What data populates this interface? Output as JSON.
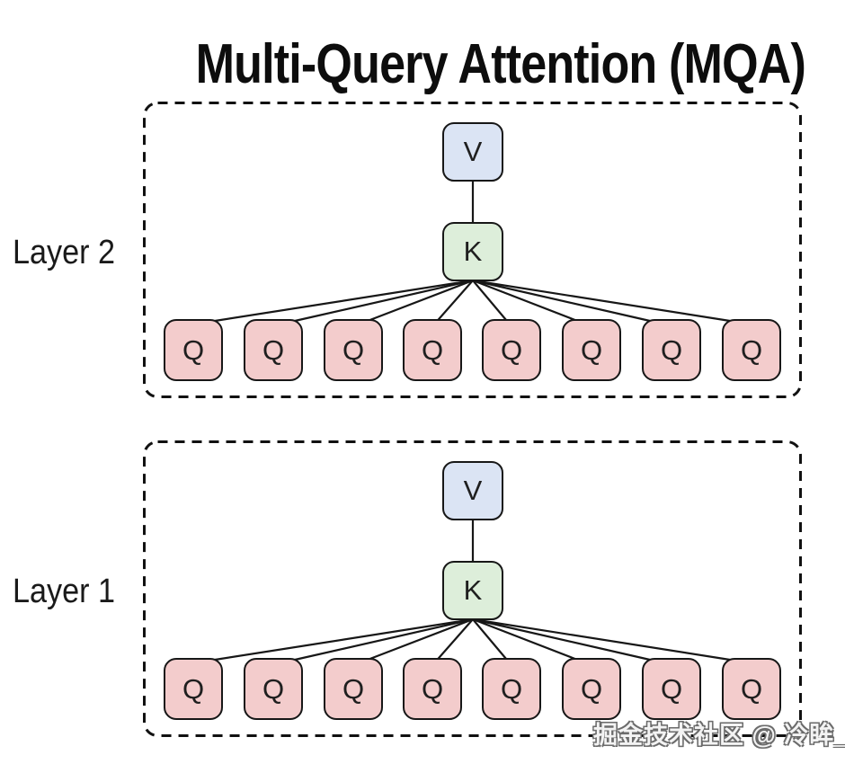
{
  "title": "Multi-Query Attention (MQA)",
  "watermark": "掘金技术社区 @ 冷眸_",
  "colors": {
    "v_fill": "#dbe4f4",
    "k_fill": "#ddeeda",
    "q_fill": "#f3cccc",
    "node_border": "#171717",
    "node_text": "#1f1f1f",
    "wire": "#171717",
    "dashed_border": "#111111",
    "title_text": "#0d0d0d"
  },
  "layers": [
    {
      "label": "Layer 2",
      "value_label": "V",
      "key_label": "K",
      "query_labels": [
        "Q",
        "Q",
        "Q",
        "Q",
        "Q",
        "Q",
        "Q",
        "Q"
      ]
    },
    {
      "label": "Layer 1",
      "value_label": "V",
      "key_label": "K",
      "query_labels": [
        "Q",
        "Q",
        "Q",
        "Q",
        "Q",
        "Q",
        "Q",
        "Q"
      ]
    }
  ]
}
